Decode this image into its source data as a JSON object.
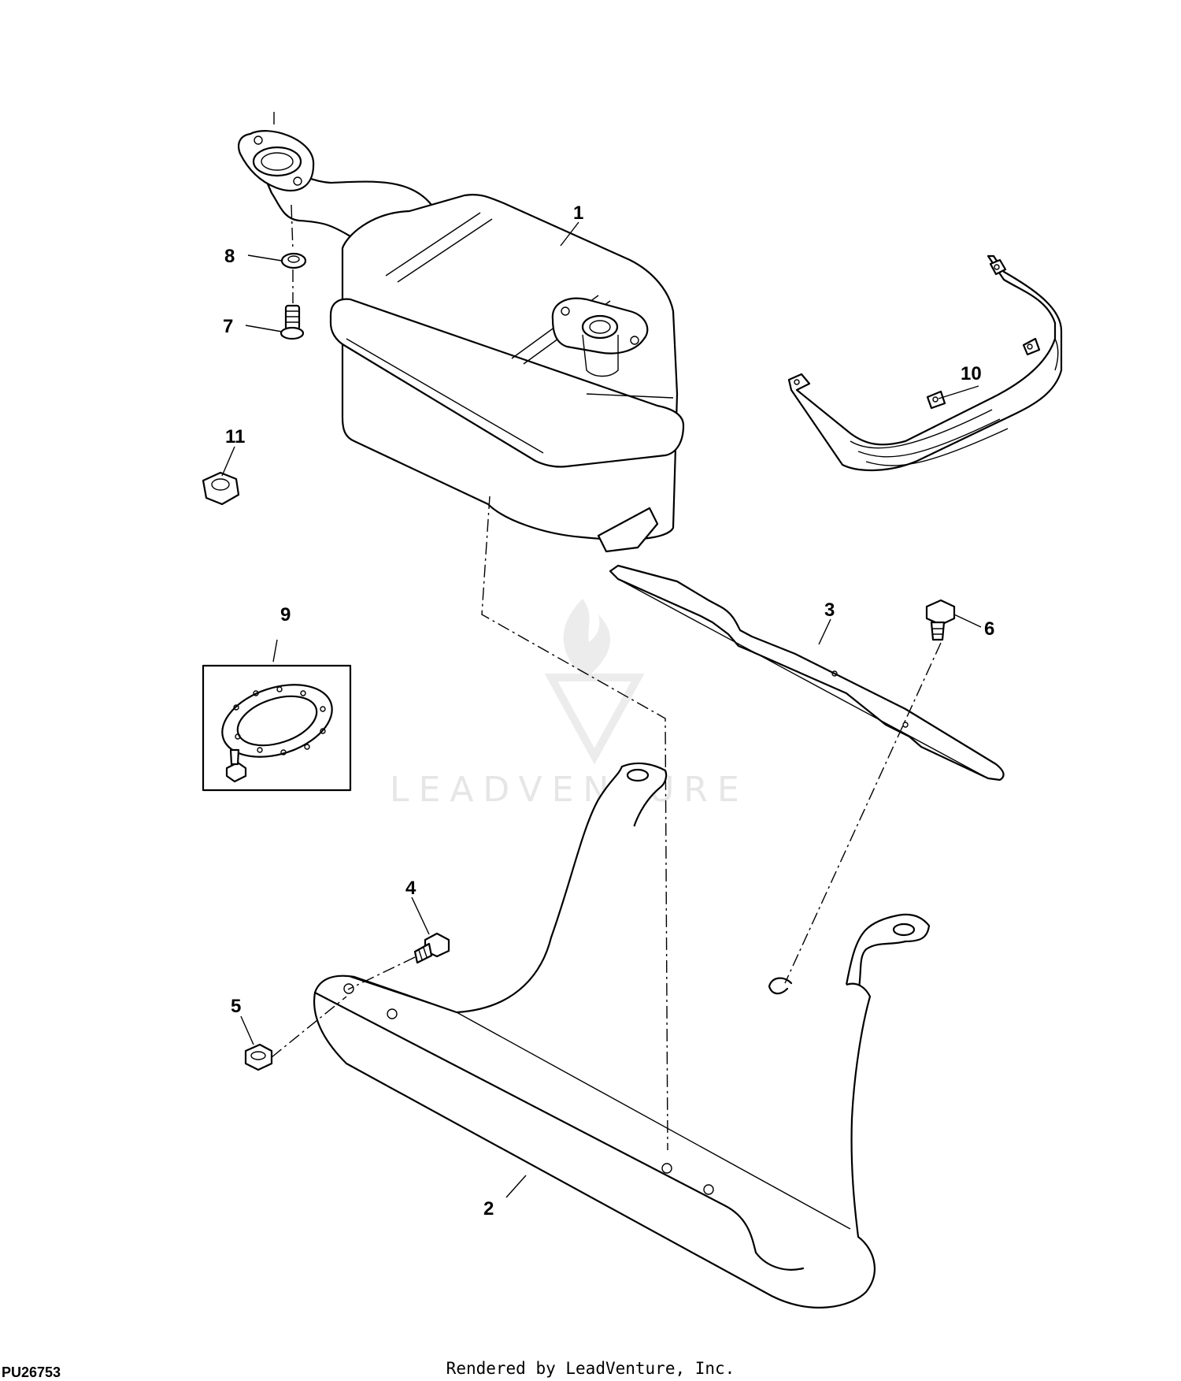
{
  "diagram": {
    "callouts": [
      {
        "id": "1",
        "label": "1"
      },
      {
        "id": "2",
        "label": "2"
      },
      {
        "id": "3",
        "label": "3"
      },
      {
        "id": "4",
        "label": "4"
      },
      {
        "id": "5",
        "label": "5"
      },
      {
        "id": "6",
        "label": "6"
      },
      {
        "id": "7",
        "label": "7"
      },
      {
        "id": "8",
        "label": "8"
      },
      {
        "id": "9",
        "label": "9"
      },
      {
        "id": "10",
        "label": "10"
      },
      {
        "id": "11",
        "label": "11"
      }
    ],
    "watermark": "LEADVENTURE",
    "drawing_id": "PU26753",
    "footer": "Rendered by LeadVenture, Inc."
  }
}
